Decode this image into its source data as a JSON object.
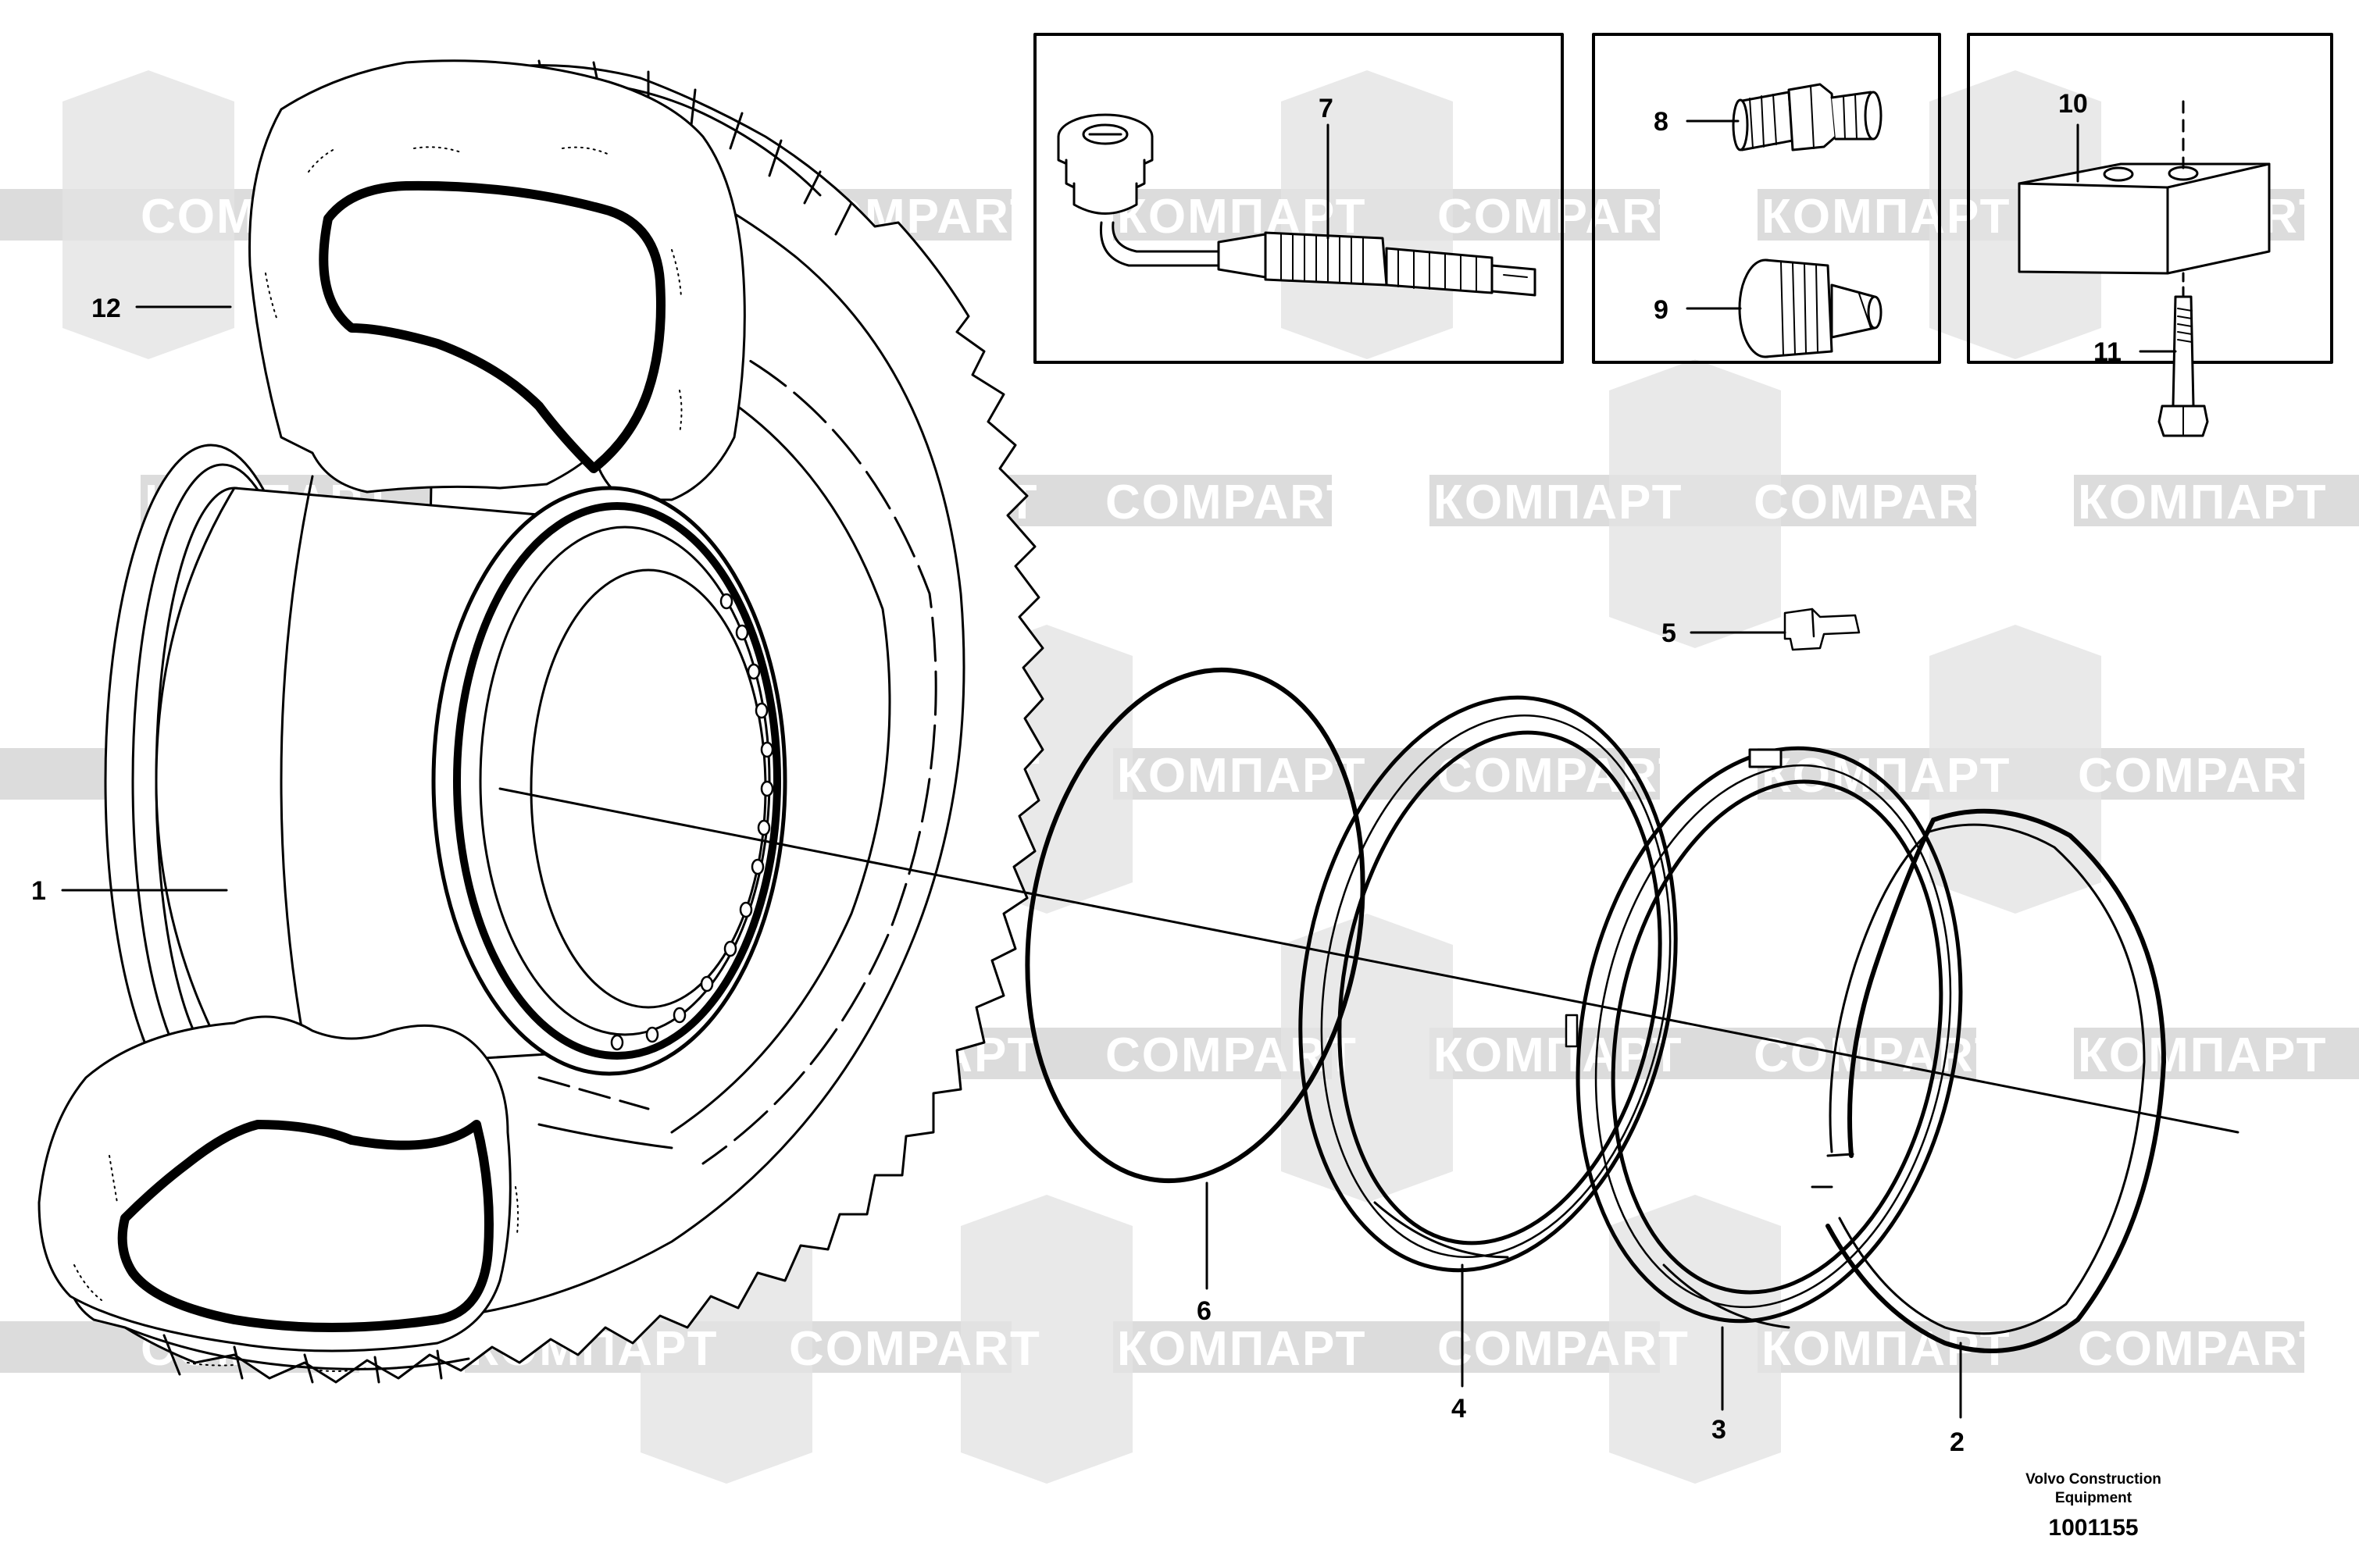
{
  "drawing": {
    "publisher_line1": "Volvo Construction",
    "publisher_line2": "Equipment",
    "drawing_number": "1001155"
  },
  "callouts": [
    {
      "id": "1",
      "label": "1"
    },
    {
      "id": "2",
      "label": "2"
    },
    {
      "id": "3",
      "label": "3"
    },
    {
      "id": "4",
      "label": "4"
    },
    {
      "id": "5",
      "label": "5"
    },
    {
      "id": "6",
      "label": "6"
    },
    {
      "id": "7",
      "label": "7"
    },
    {
      "id": "8",
      "label": "8"
    },
    {
      "id": "9",
      "label": "9"
    },
    {
      "id": "10",
      "label": "10"
    },
    {
      "id": "11",
      "label": "11"
    },
    {
      "id": "12",
      "label": "12"
    }
  ],
  "watermark": {
    "latin": "COMPART",
    "cyrillic": "КОМПАРТ",
    "band_color": "#d9d9d9"
  },
  "colors": {
    "line": "#000000",
    "background": "#ffffff",
    "watermark_band": "#d9d9d9"
  }
}
